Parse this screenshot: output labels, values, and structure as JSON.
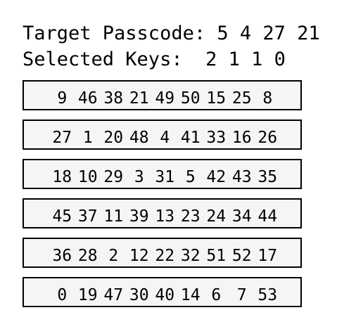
{
  "header": {
    "target_label": "Target Passcode:",
    "target_value": "5 4 27 21",
    "selected_label": "Selected Keys:",
    "selected_value": " 2 1 1 0"
  },
  "rows": [
    [
      "9",
      "46",
      "38",
      "21",
      "49",
      "50",
      "15",
      "25",
      "8"
    ],
    [
      "27",
      "1",
      "20",
      "48",
      "4",
      "41",
      "33",
      "16",
      "26"
    ],
    [
      "18",
      "10",
      "29",
      "3",
      "31",
      "5",
      "42",
      "43",
      "35"
    ],
    [
      "45",
      "37",
      "11",
      "39",
      "13",
      "23",
      "24",
      "34",
      "44"
    ],
    [
      "36",
      "28",
      "2",
      "12",
      "22",
      "32",
      "51",
      "52",
      "17"
    ],
    [
      "0",
      "19",
      "47",
      "30",
      "40",
      "14",
      "6",
      "7",
      "53"
    ]
  ],
  "colors": {
    "row_background": "#f5f5f5",
    "row_border": "#000000",
    "text": "#000000"
  }
}
